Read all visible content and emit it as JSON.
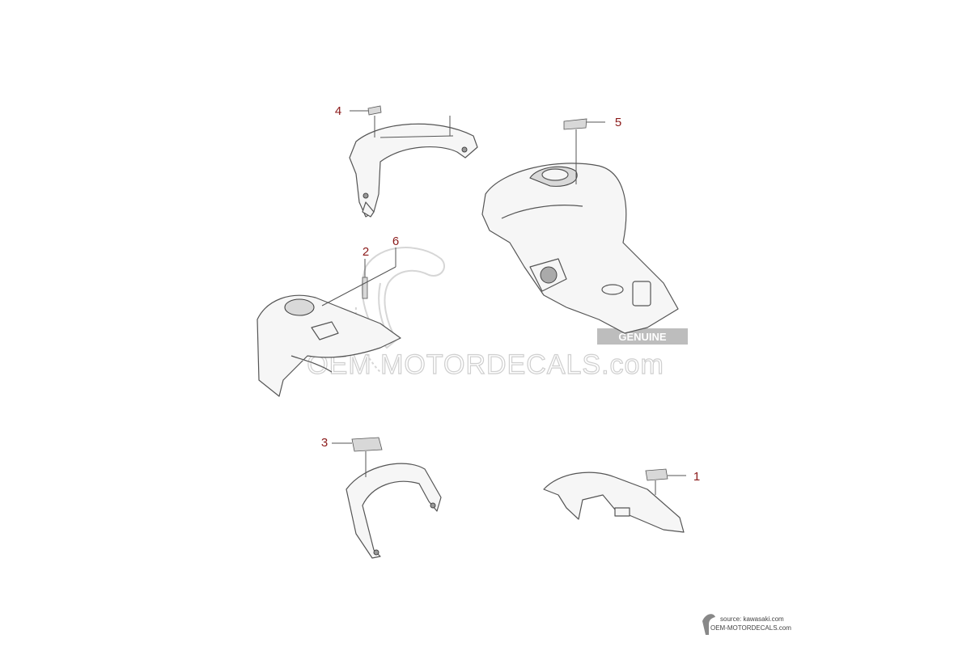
{
  "diagram": {
    "callouts": [
      {
        "id": "1",
        "label": "1"
      },
      {
        "id": "2",
        "label": "2"
      },
      {
        "id": "3",
        "label": "3"
      },
      {
        "id": "4",
        "label": "4"
      },
      {
        "id": "5",
        "label": "5"
      },
      {
        "id": "6",
        "label": "6"
      }
    ]
  },
  "watermark": {
    "main_text": "OEM MOTORDECALS.com",
    "badge_text": "GENUINE"
  },
  "source": {
    "line1": "source: kawasaki.com",
    "line2": "OEM-MOTORDECALS.com"
  },
  "colors": {
    "callout": "#8b1a1a",
    "line": "#555555",
    "watermark": "#cfcfcf"
  }
}
